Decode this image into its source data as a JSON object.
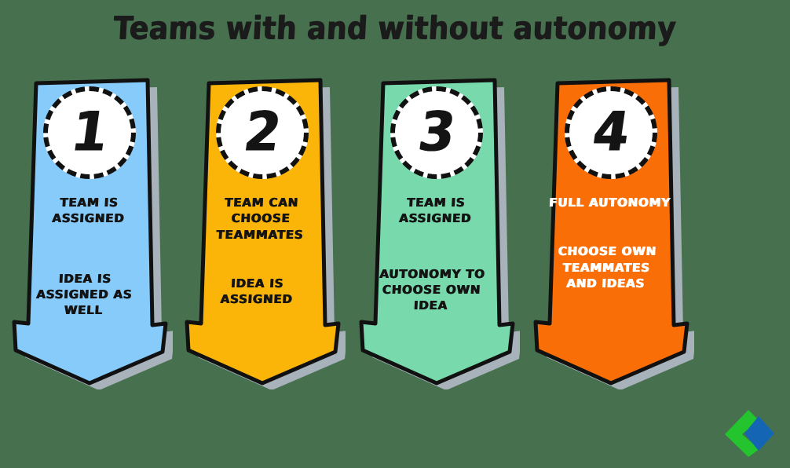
{
  "background_color": "#47704f",
  "header": {
    "title": "Teams with and without autonomy"
  },
  "colors": {
    "stage1": "#86cbfa",
    "stage2": "#fbb508",
    "stage3": "#78daac",
    "stage4": "#f96e07",
    "outline": "#111111",
    "shadow": "#a8b2bb",
    "badge_fill": "#ffffff",
    "text_dark": "#141414",
    "text_light": "#ffffff",
    "logo_green": "#23c42e",
    "logo_blue": "#1565b5"
  },
  "stages": [
    {
      "number": "1",
      "color": "#86cbfa",
      "text_color": "#141414",
      "line_a": "TEAM IS\nASSIGNED",
      "line_b": "IDEA IS\nASSIGNED AS\nWELL"
    },
    {
      "number": "2",
      "color": "#fbb508",
      "text_color": "#141414",
      "line_a": "TEAM CAN\nCHOOSE\nTEAMMATES",
      "line_b": "IDEA IS\nASSIGNED"
    },
    {
      "number": "3",
      "color": "#78daac",
      "text_color": "#141414",
      "line_a": "TEAM IS\nASSIGNED",
      "line_b": "AUTONOMY TO\nCHOOSE OWN\nIDEA"
    },
    {
      "number": "4",
      "color": "#f96e07",
      "text_color": "#ffffff",
      "line_a": "FULL AUTONOMY",
      "line_b": "CHOOSE OWN\nTEAMMATES\nAND IDEAS"
    }
  ],
  "logo": {
    "name": "brand-logo",
    "green": "#23c42e",
    "blue": "#1565b5"
  }
}
